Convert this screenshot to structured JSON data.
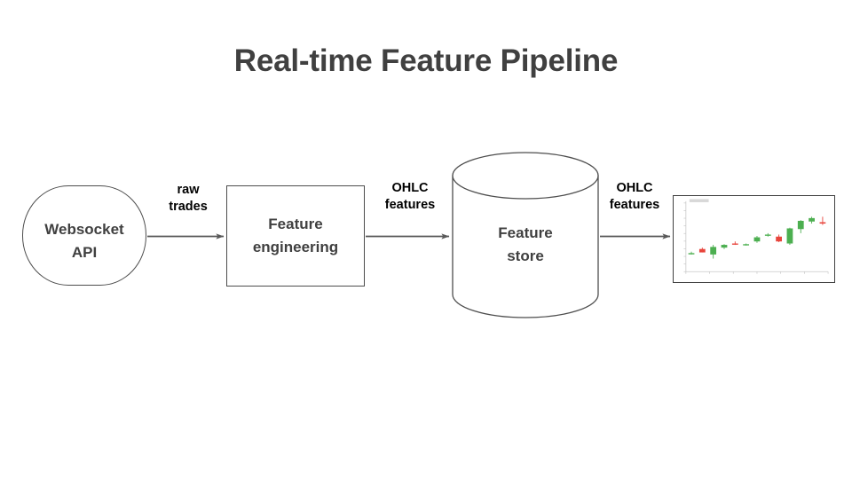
{
  "page": {
    "title": "Real-time Feature Pipeline",
    "background_color": "#ffffff",
    "title_color": "#404040",
    "stroke_color": "#4d4d4d",
    "arrow_color": "#595959"
  },
  "nodes": [
    {
      "id": "websocket-api",
      "label": "Websocket\nAPI",
      "shape": "rounded-rectangle"
    },
    {
      "id": "feature-engineering",
      "label": "Feature\nengineering",
      "shape": "rectangle"
    },
    {
      "id": "feature-store",
      "label": "Feature\nstore",
      "shape": "cylinder"
    },
    {
      "id": "chart-thumbnail",
      "label": "",
      "shape": "image-candlestick-chart"
    }
  ],
  "edges": [
    {
      "id": "edge-raw-trades",
      "label": "raw\ntrades",
      "from": "websocket-api",
      "to": "feature-engineering"
    },
    {
      "id": "edge-ohlc-1",
      "label": "OHLC\nfeatures",
      "from": "feature-engineering",
      "to": "feature-store"
    },
    {
      "id": "edge-ohlc-2",
      "label": "OHLC\nfeatures",
      "from": "feature-store",
      "to": "chart-thumbnail"
    }
  ],
  "chart_data": {
    "type": "candlestick",
    "title": "",
    "xlabel": "",
    "ylabel": "",
    "up_color": "#4caf50",
    "down_color": "#e8453c",
    "background": "#ffffff",
    "grid": false,
    "legend_position": "top-left",
    "legend_entries": [
      ""
    ],
    "ylim": [
      0,
      10
    ],
    "x": [
      1,
      2,
      3,
      4,
      5,
      6,
      7,
      8,
      9,
      10,
      11,
      12,
      13
    ],
    "open": [
      2.6,
      3.3,
      2.5,
      3.5,
      4.1,
      3.9,
      4.4,
      5.3,
      5.1,
      4.1,
      6.2,
      7.3,
      7.2
    ],
    "high": [
      2.9,
      3.5,
      3.9,
      4.0,
      4.4,
      4.1,
      5.2,
      5.6,
      5.4,
      6.4,
      7.5,
      8.0,
      8.0
    ],
    "low": [
      2.5,
      2.8,
      1.9,
      3.3,
      3.9,
      3.8,
      4.2,
      5.1,
      4.3,
      3.9,
      5.6,
      7.0,
      6.8
    ],
    "close": [
      2.7,
      2.8,
      3.6,
      3.9,
      4.0,
      4.0,
      5.0,
      5.4,
      4.4,
      6.3,
      7.4,
      7.8,
      7.0
    ],
    "direction": [
      "up",
      "down",
      "up",
      "up",
      "down",
      "up",
      "up",
      "down",
      "down",
      "up",
      "up",
      "up",
      "down"
    ]
  }
}
